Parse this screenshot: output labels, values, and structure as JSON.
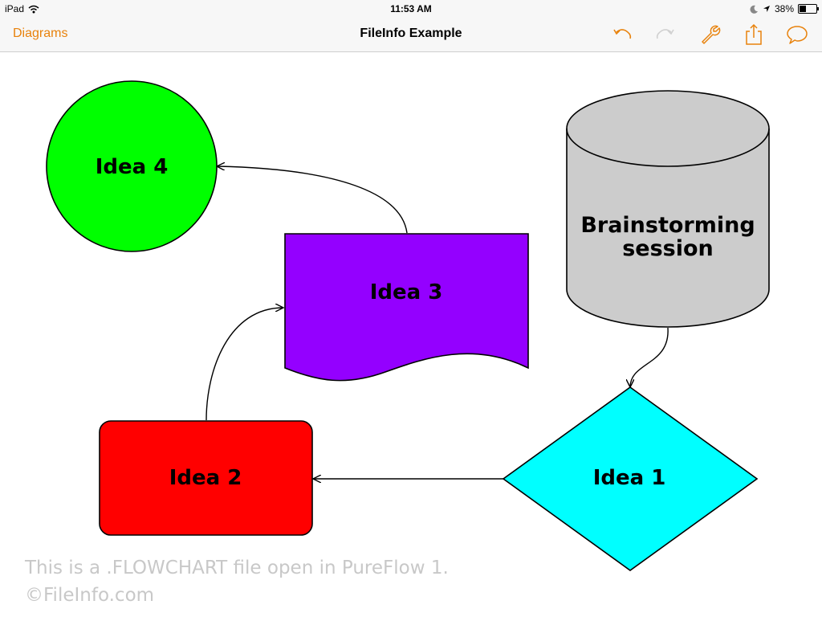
{
  "status_bar": {
    "device": "iPad",
    "time": "11:53 AM",
    "battery": "38%",
    "battery_level": 0.38
  },
  "nav": {
    "back_label": "Diagrams",
    "title": "FileInfo Example",
    "icons": [
      "undo-icon",
      "redo-icon",
      "wrench-icon",
      "share-icon",
      "comment-icon"
    ]
  },
  "diagram": {
    "shapes": {
      "idea4": "Idea 4",
      "idea3": "Idea 3",
      "brainstorm_line1": "Brainstorming",
      "brainstorm_line2": "session",
      "idea2": "Idea 2",
      "idea1": "Idea 1"
    },
    "colors": {
      "idea4": "#00ff00",
      "idea3": "#9400ff",
      "brainstorm": "#cccccc",
      "idea2": "#ff0000",
      "idea1": "#00ffff",
      "accent": "#e8820c"
    }
  },
  "watermark": {
    "line1": "This is a .FLOWCHART file open in PureFlow 1.",
    "line2": "©FileInfo.com"
  }
}
